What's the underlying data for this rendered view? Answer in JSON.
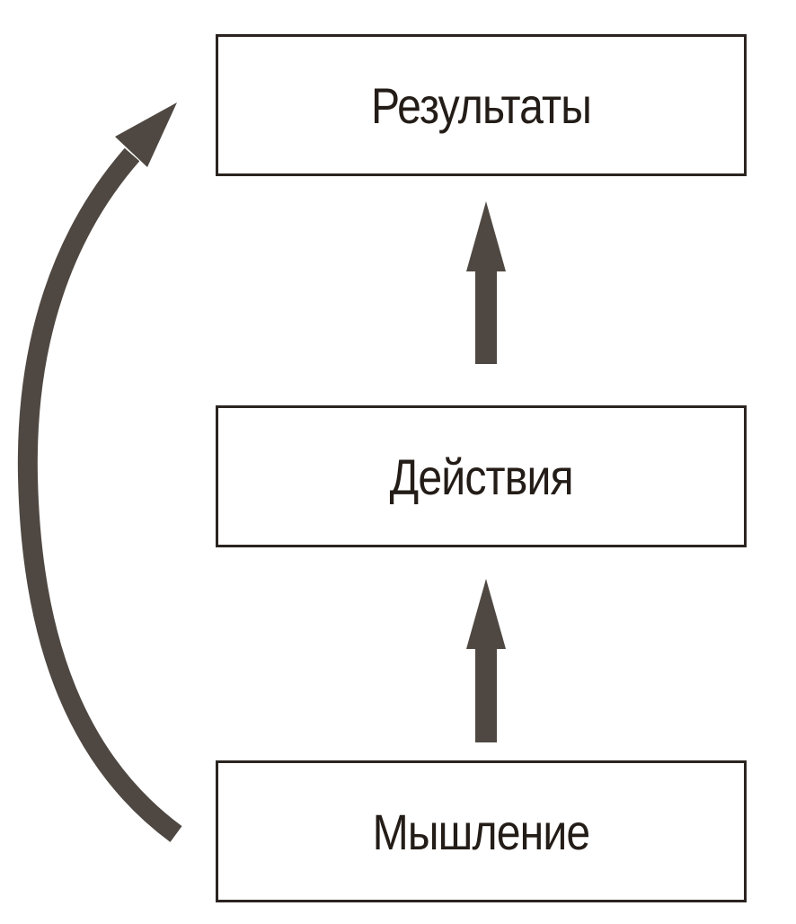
{
  "diagram": {
    "nodes": {
      "results": {
        "label": "Результаты"
      },
      "actions": {
        "label": "Действия"
      },
      "thinking": {
        "label": "Мышление"
      }
    },
    "edges": [
      {
        "from": "thinking",
        "to": "actions"
      },
      {
        "from": "actions",
        "to": "results"
      },
      {
        "from": "thinking",
        "to": "results"
      }
    ],
    "colors": {
      "arrow": "#4f4842",
      "border": "#2b2420",
      "text": "#231c17"
    }
  }
}
